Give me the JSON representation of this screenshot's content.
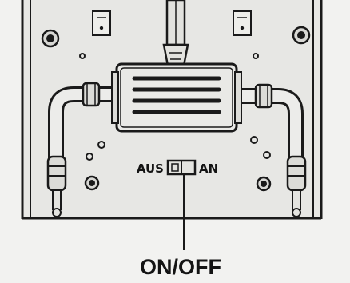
{
  "labels": {
    "off": "AUS",
    "on": "AN",
    "callout": "ON/OFF"
  },
  "colors": {
    "ink": "#1a1a1a",
    "paper": "#f2f2f0",
    "panel": "#e6e6e3"
  }
}
